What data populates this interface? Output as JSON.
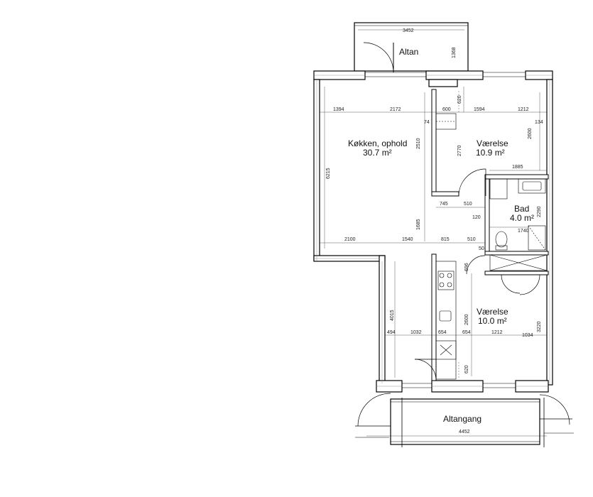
{
  "rooms": {
    "altan": "Altan",
    "kitchen_name": "Køkken, ophold",
    "kitchen_area": "30.7 m²",
    "bed1_name": "Værelse",
    "bed1_area": "10.9 m²",
    "bath_name": "Bad",
    "bath_area": "4.0 m²",
    "bed2_name": "Værelse",
    "bed2_area": "10.0 m²",
    "altangang": "Altangang"
  },
  "dims": {
    "d_altan_w": "3452",
    "d_altan_h": "1368",
    "d_1394": "1394",
    "d_2172": "2172",
    "d_74": "74",
    "d_600": "600",
    "d_620a": "620",
    "d_1594": "1594",
    "d_1212a": "1212",
    "d_134": "134",
    "d_2600a": "2600",
    "d_2510": "2510",
    "d_2770": "2770",
    "d_6215": "6215",
    "d_1885": "1885",
    "d_745": "745",
    "d_510a": "510",
    "d_2290": "2290",
    "d_120": "120",
    "d_1685": "1685",
    "d_1740": "1740",
    "d_2100": "2100",
    "d_1540": "1540",
    "d_815": "815",
    "d_510b": "510",
    "d_50": "50",
    "d_696": "696",
    "d_4015": "4015",
    "d_2600b": "2600",
    "d_3220": "3220",
    "d_494": "494",
    "d_1032": "1032",
    "d_654a": "654",
    "d_654b": "654",
    "d_1212b": "1212",
    "d_1034": "1034",
    "d_620b": "620",
    "d_altangang_w": "4452"
  }
}
